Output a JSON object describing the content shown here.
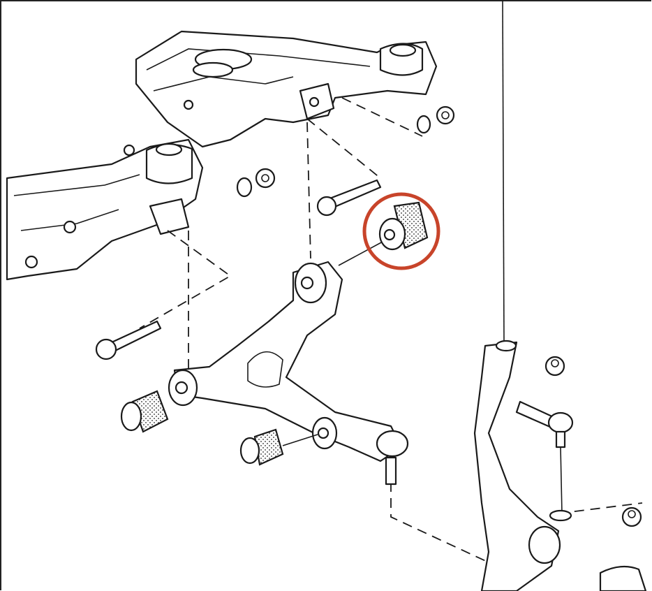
{
  "diagram": {
    "highlight_color": "#c8442a",
    "parts": [
      "subframe",
      "lower-control-arm",
      "rear-bushing",
      "front-bushings",
      "mount-bolts",
      "nuts",
      "steering-knuckle",
      "tie-rod-end",
      "ball-joint"
    ],
    "highlighted_part": "rear-bushing"
  }
}
